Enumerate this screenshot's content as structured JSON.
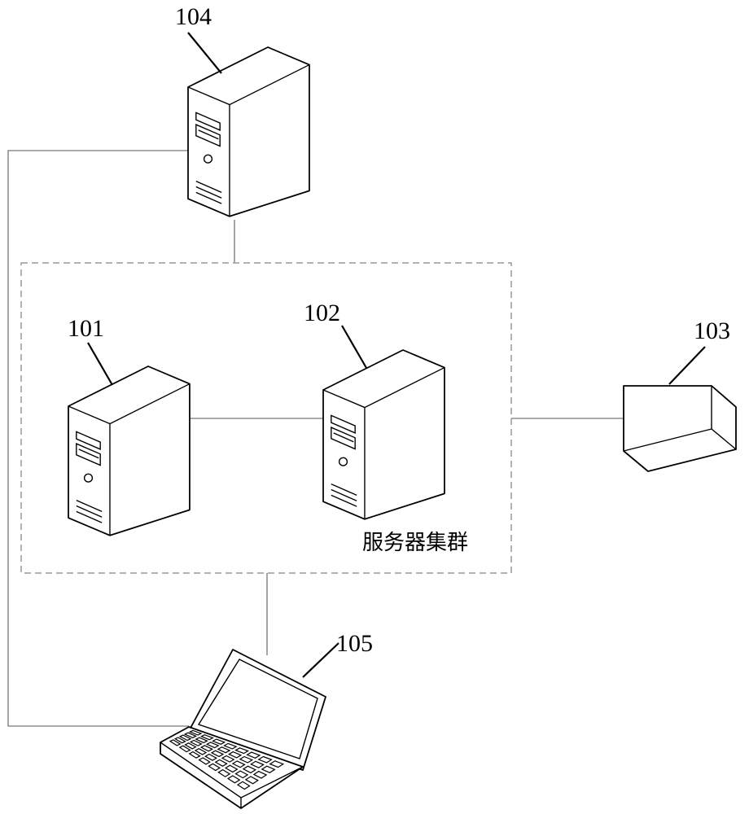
{
  "nodes": {
    "server_104": {
      "label": "104"
    },
    "server_101": {
      "label": "101"
    },
    "server_102": {
      "label": "102"
    },
    "device_103": {
      "label": "103"
    },
    "laptop_105": {
      "label": "105"
    }
  },
  "cluster": {
    "caption": "服务器集群"
  },
  "colors": {
    "line": "#777777",
    "outline": "#000000",
    "background": "#ffffff"
  }
}
